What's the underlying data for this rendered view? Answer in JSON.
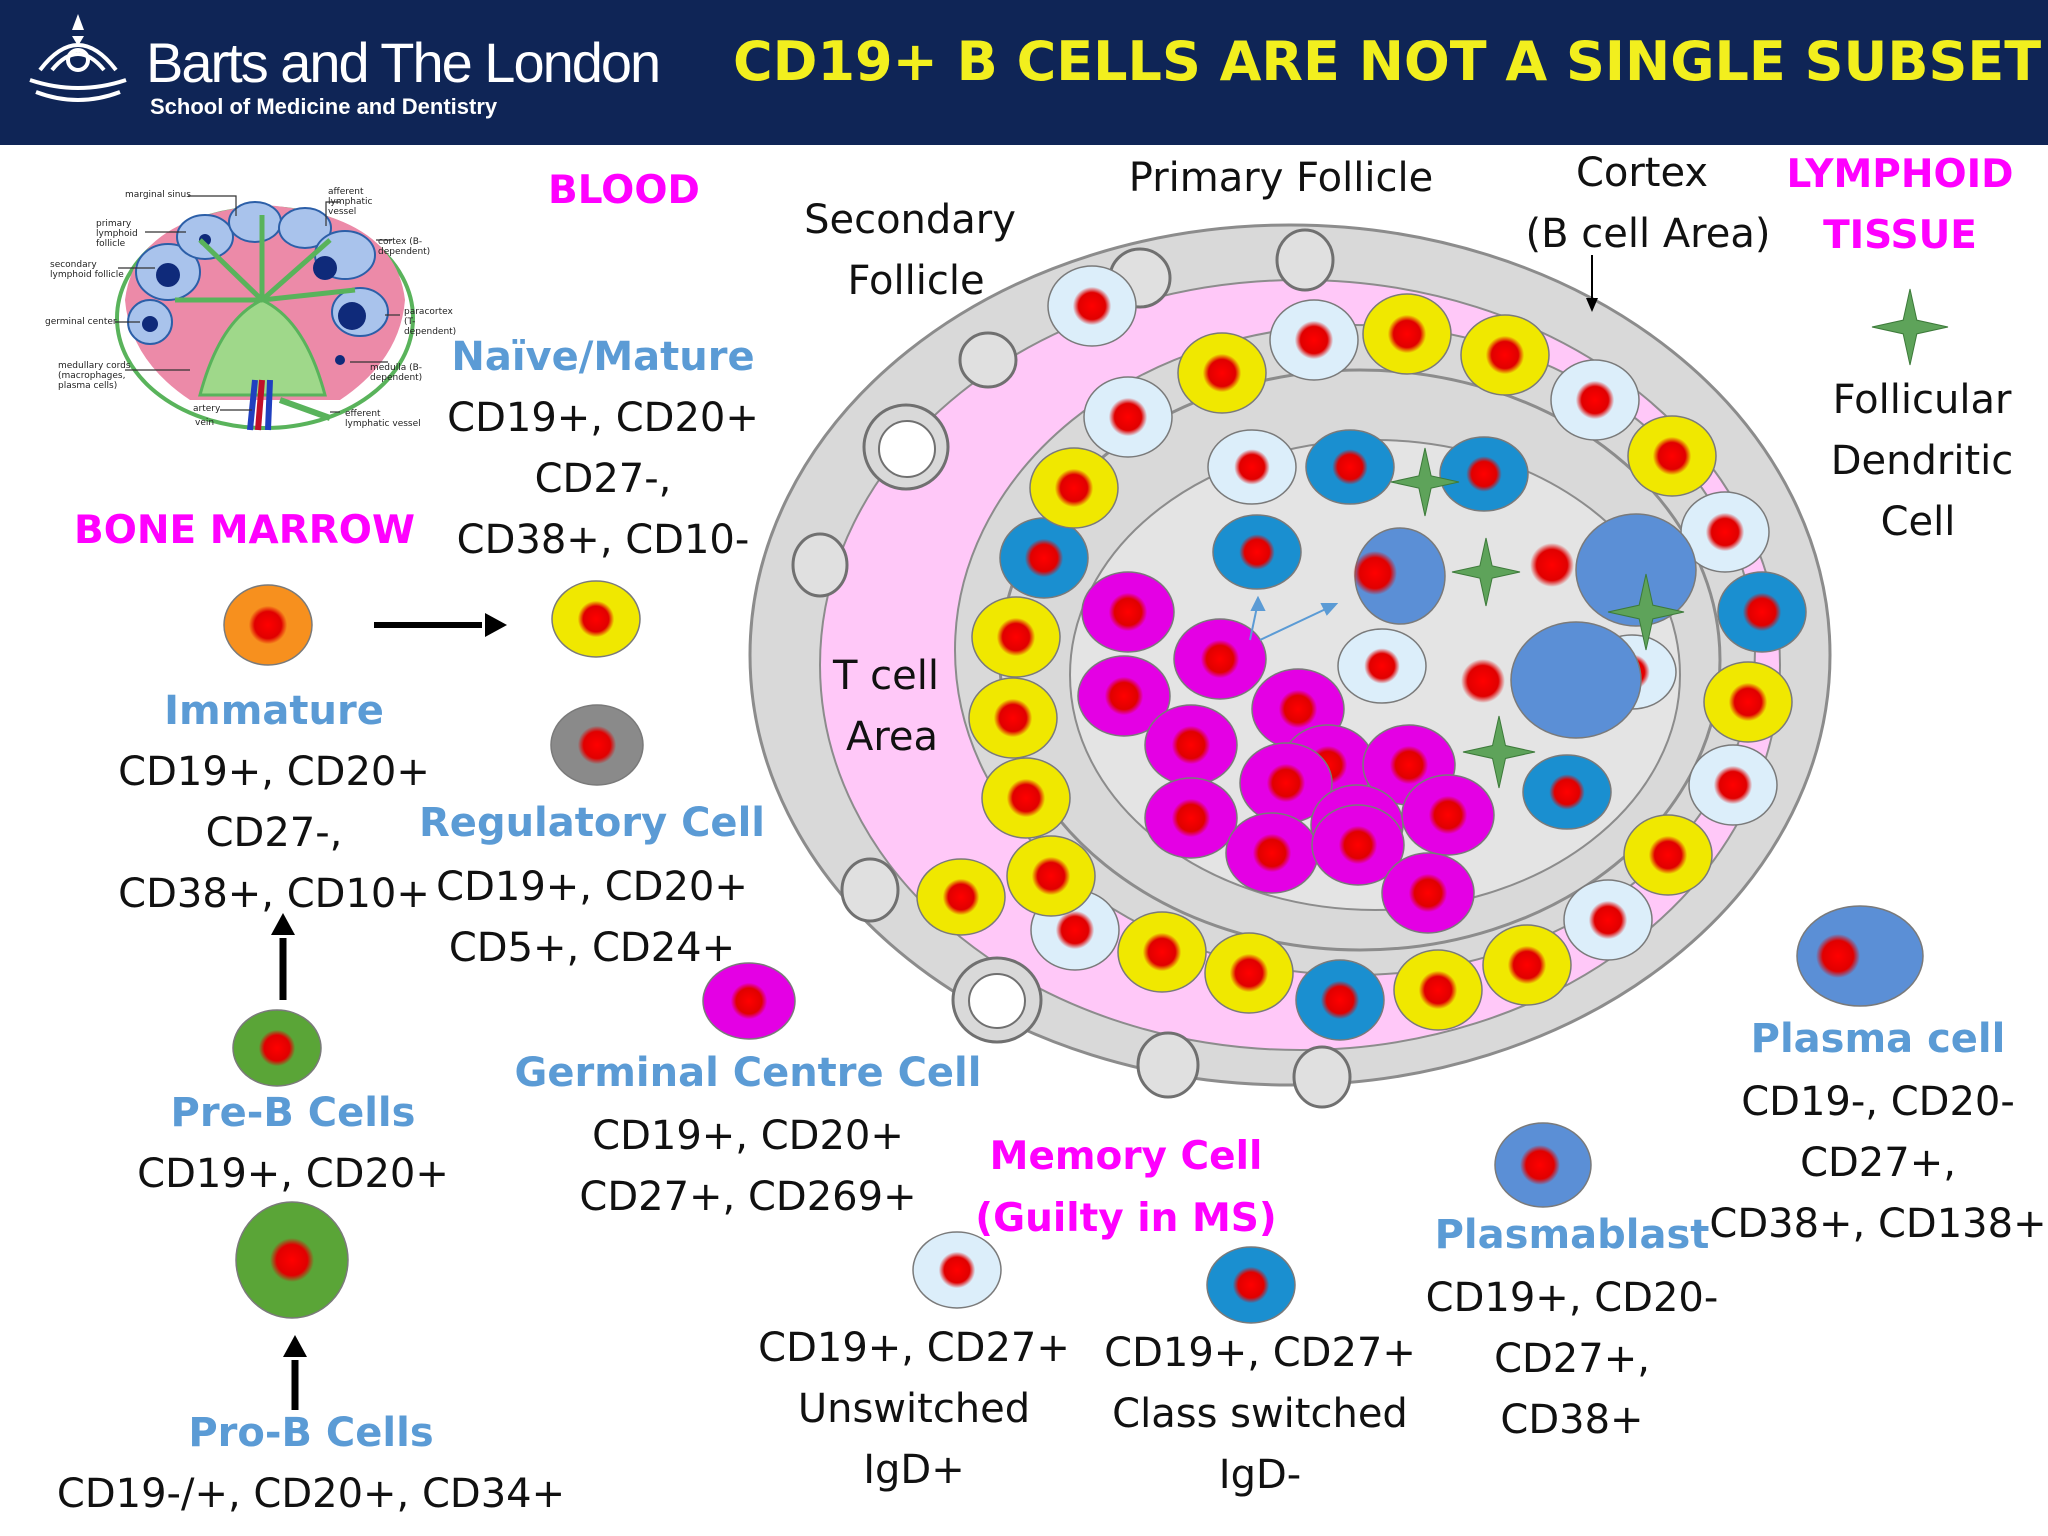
{
  "header": {
    "logo_title": "Barts and The London",
    "logo_subtitle": "School of Medicine and Dentistry",
    "slide_title": "CD19+ B CELLS ARE NOT A SINGLE SUBSET"
  },
  "node_diagram": {
    "labels": {
      "marginal_sinus": "marginal sinus",
      "afferent_vessel": "afferent lymphatic vessel",
      "primary_follicle": "primary lymphoid follicle",
      "cortex": "cortex (B-dependent)",
      "secondary_follicle": "secondary lymphoid follicle",
      "paracortex": "paracortex (T-dependent)",
      "germinal_center": "germinal center",
      "medulla": "medulla (B-dependent)",
      "medullary_cords": "medullary cords (macrophages, plasma cells)",
      "artery": "artery",
      "vein": "vein",
      "efferent_vessel": "efferent lymphatic vessel"
    }
  },
  "sections": {
    "blood": "BLOOD",
    "bone_marrow": "BONE MARROW",
    "lymphoid_line1": "LYMPHOID",
    "lymphoid_line2": "TISSUE"
  },
  "cells": {
    "naive": {
      "name": "Naïve/Mature",
      "markers": [
        "CD19+, CD20+",
        "CD27-,",
        "CD38+, CD10-"
      ]
    },
    "immature": {
      "name": "Immature",
      "markers": [
        "CD19+, CD20+",
        "CD27-,",
        "CD38+, CD10+"
      ]
    },
    "regulatory": {
      "name": "Regulatory Cell",
      "markers": [
        "CD19+, CD20+",
        "CD5+, CD24+"
      ]
    },
    "pre_b": {
      "name": "Pre-B Cells",
      "markers": [
        "CD19+, CD20+"
      ]
    },
    "pro_b": {
      "name": "Pro-B Cells",
      "markers": [
        "CD19-/+, CD20+, CD34+"
      ]
    },
    "germinal": {
      "name": "Germinal Centre Cell",
      "markers": [
        "CD19+, CD20+",
        "CD27+, CD269+"
      ]
    },
    "memory": {
      "name_line1": "Memory Cell",
      "name_line2": "(Guilty in MS)"
    },
    "memory_unswitched": {
      "markers": [
        "CD19+, CD27+",
        "Unswitched",
        "IgD+"
      ]
    },
    "memory_switched": {
      "markers": [
        "CD19+, CD27+",
        "Class switched",
        "IgD-"
      ]
    },
    "plasmablast": {
      "name": "Plasmablast",
      "markers": [
        "CD19+, CD20-",
        "CD27+,",
        "CD38+"
      ]
    },
    "plasma": {
      "name": "Plasma cell",
      "markers": [
        "CD19-, CD20-",
        "CD27+,",
        "CD38+, CD138+"
      ]
    },
    "fdc": {
      "lines": [
        "Follicular",
        "Dendritic",
        "Cell"
      ]
    }
  },
  "follicle_labels": {
    "secondary": [
      "Secondary",
      "Follicle"
    ],
    "primary": "Primary Follicle",
    "cortex": [
      "Cortex",
      "(B cell Area)"
    ],
    "tcell": [
      "T cell",
      "Area"
    ]
  },
  "colors": {
    "header_bg": "#0f2556",
    "title_yellow": "#f2ef1e",
    "magenta": "#ff00ff",
    "label_blue": "#5b9bd5",
    "nucleus_red": "#e00000",
    "naive_yellow": "#f0e800",
    "gc_magenta": "#e400e4",
    "memory_blue": "#1a8fd0",
    "unswitched_light": "#dceefa",
    "plasma_blue": "#5b8fd6",
    "marrow_orange": "#f7901e",
    "preb_green": "#5aa537",
    "follicle_pink": "#ffc8f8"
  }
}
